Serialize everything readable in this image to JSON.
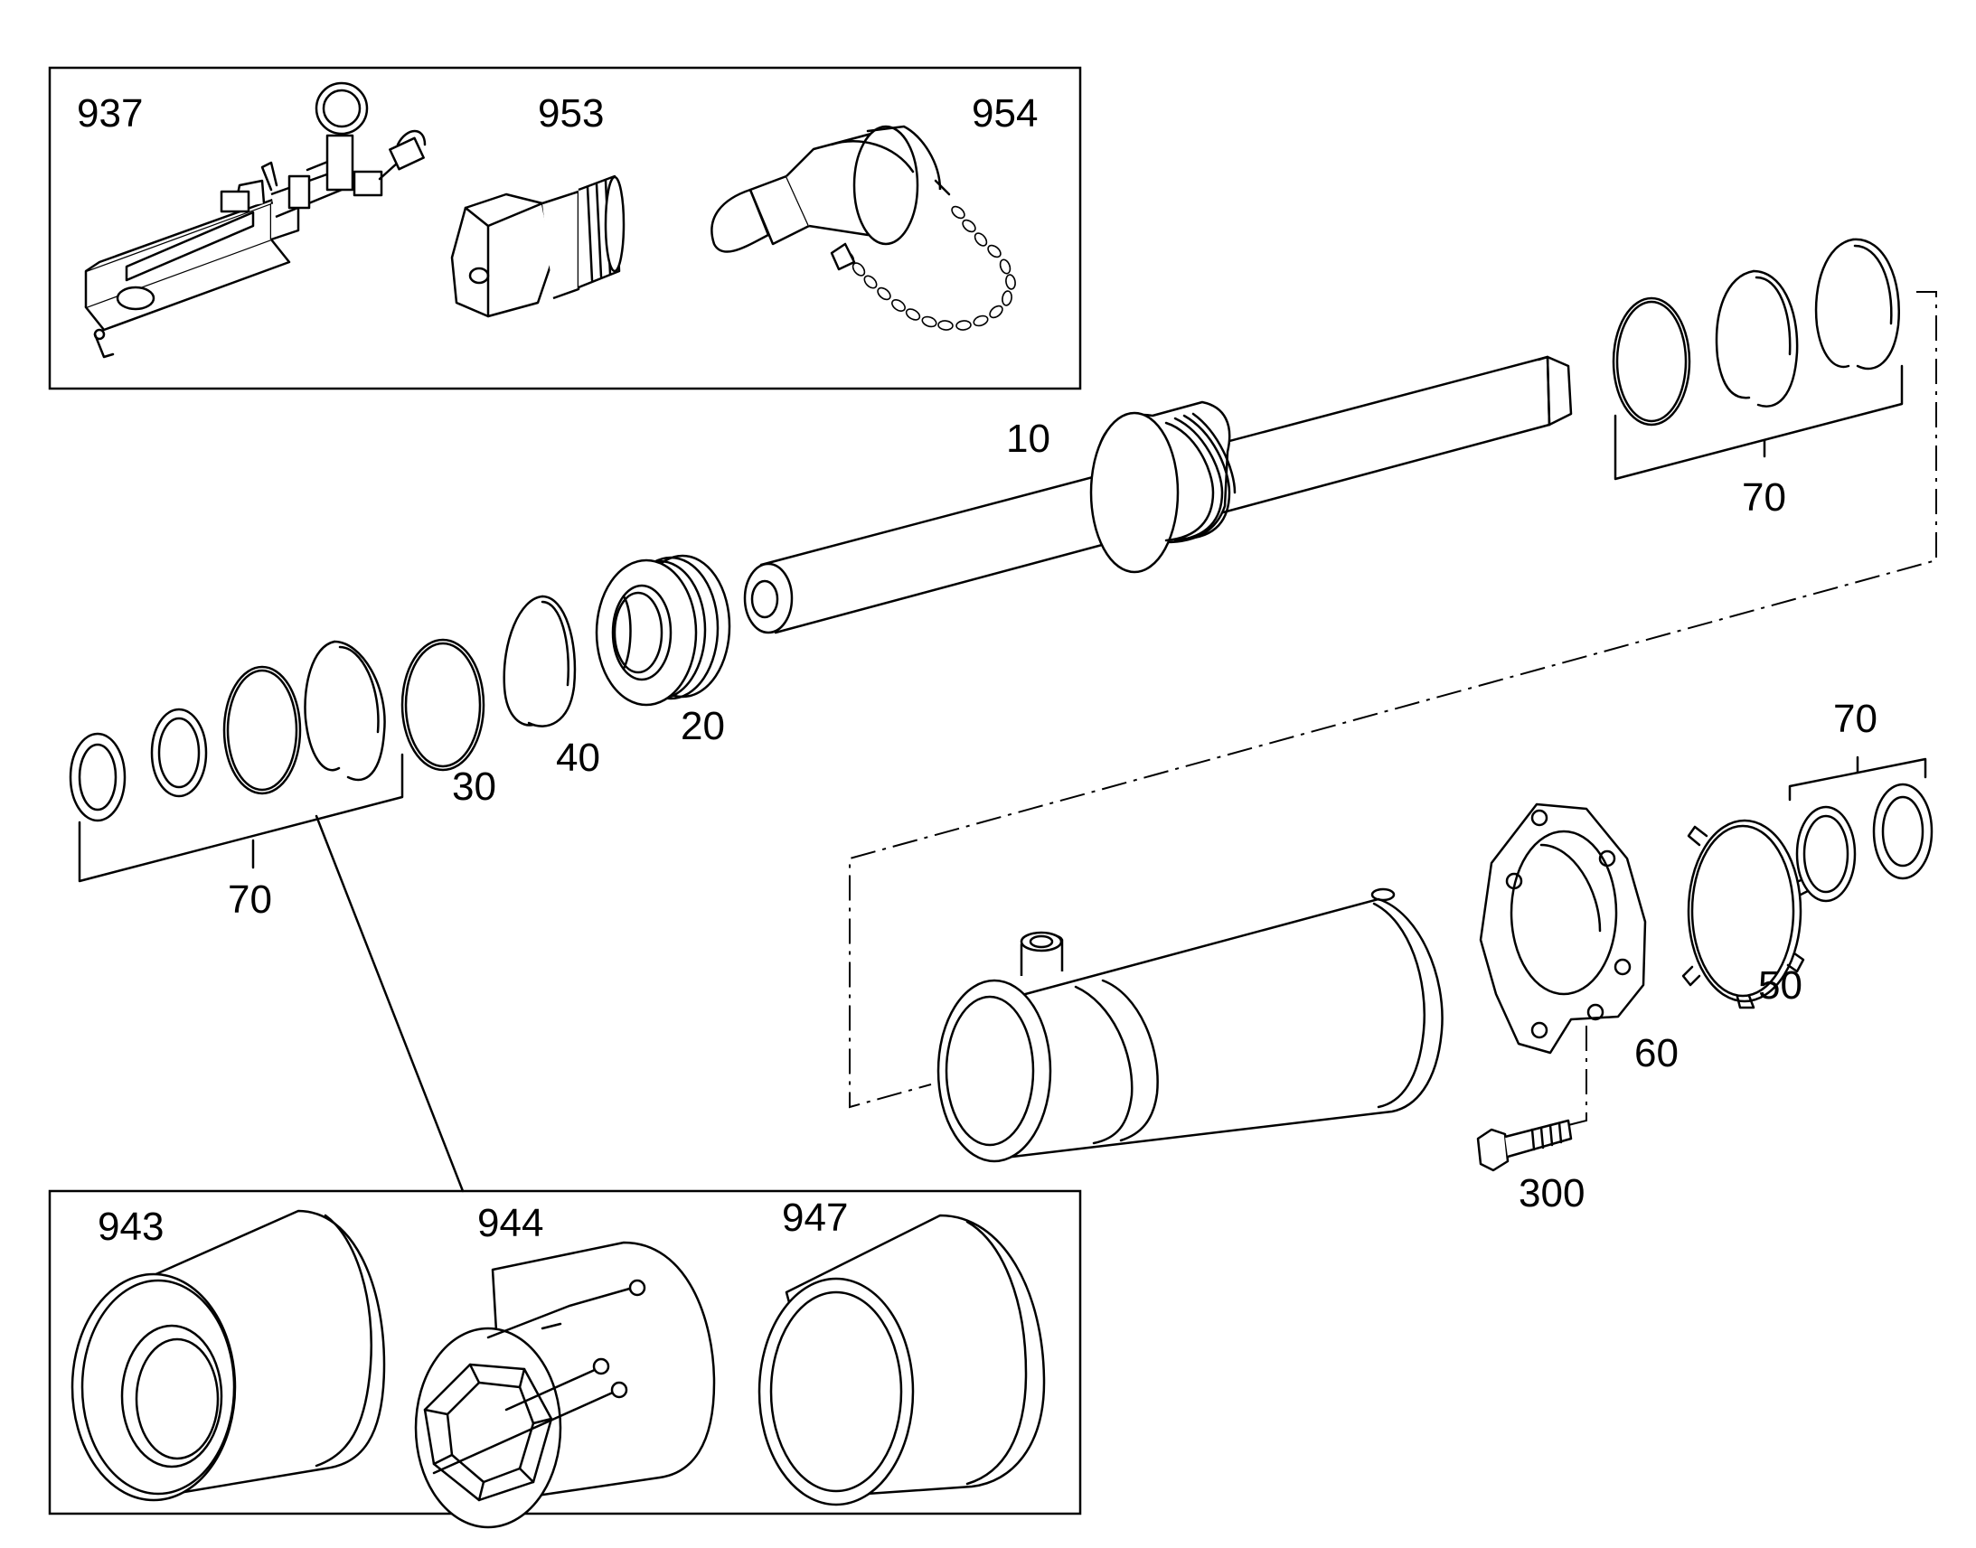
{
  "callouts": {
    "c937": "937",
    "c953": "953",
    "c954": "954",
    "c10": "10",
    "c20": "20",
    "c30": "30",
    "c40": "40",
    "c50": "50",
    "c60": "60",
    "c300": "300",
    "c70_top": "70",
    "c70_left": "70",
    "c70_right": "70",
    "c943": "943",
    "c944": "944",
    "c947": "947"
  },
  "parts": [
    {
      "number": "937",
      "depiction": "hydraulic hand pump with pressure gauge"
    },
    {
      "number": "953",
      "depiction": "threaded hex adapter fitting"
    },
    {
      "number": "954",
      "depiction": "elbow fitting with dust cap and chain"
    },
    {
      "number": "10",
      "depiction": "piston rod with piston"
    },
    {
      "number": "20",
      "depiction": "cylinder head / guide bushing"
    },
    {
      "number": "30",
      "depiction": "o-ring"
    },
    {
      "number": "40",
      "depiction": "snap ring"
    },
    {
      "number": "50",
      "depiction": "lock washer"
    },
    {
      "number": "60",
      "depiction": "flange plate"
    },
    {
      "number": "300",
      "depiction": "hex bolt"
    },
    {
      "number": "70",
      "depiction": "seal kit"
    },
    {
      "number": "943",
      "depiction": "assembly sleeve"
    },
    {
      "number": "944",
      "depiction": "expanding mandrel"
    },
    {
      "number": "947",
      "depiction": "calibration sleeve"
    }
  ],
  "colors": {
    "line": "#000000",
    "background": "#ffffff"
  }
}
